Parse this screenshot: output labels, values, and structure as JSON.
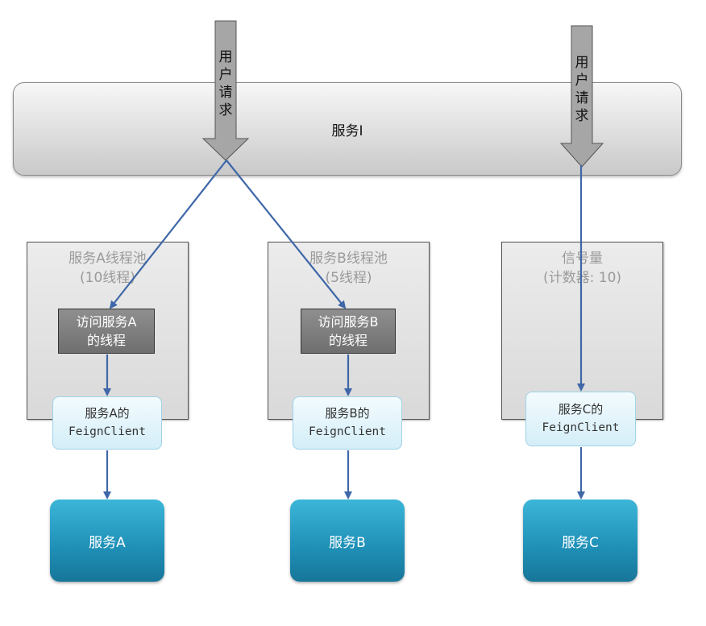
{
  "service_i": {
    "label": "服务I"
  },
  "user_request": {
    "chars": [
      "用",
      "户",
      "请",
      "求"
    ]
  },
  "pools": [
    {
      "title_line1": "服务A线程池",
      "title_line2": "(10线程)",
      "thread_line1": "访问服务A",
      "thread_line2": "的线程"
    },
    {
      "title_line1": "服务B线程池",
      "title_line2": "(5线程)",
      "thread_line1": "访问服务B",
      "thread_line2": "的线程"
    },
    {
      "title_line1": "信号量",
      "title_line2": "(计数器: 10)"
    }
  ],
  "feign_clients": [
    {
      "line1": "服务A的",
      "line2": "FeignClient"
    },
    {
      "line1": "服务B的",
      "line2": "FeignClient"
    },
    {
      "line1": "服务C的",
      "line2": "FeignClient"
    }
  ],
  "services": [
    {
      "label": "服务A"
    },
    {
      "label": "服务B"
    },
    {
      "label": "服务C"
    }
  ],
  "colors": {
    "connector": "#3f67a8",
    "request_arrow_fill": "#a6a6a6",
    "service_box": "#1f8fb6"
  }
}
